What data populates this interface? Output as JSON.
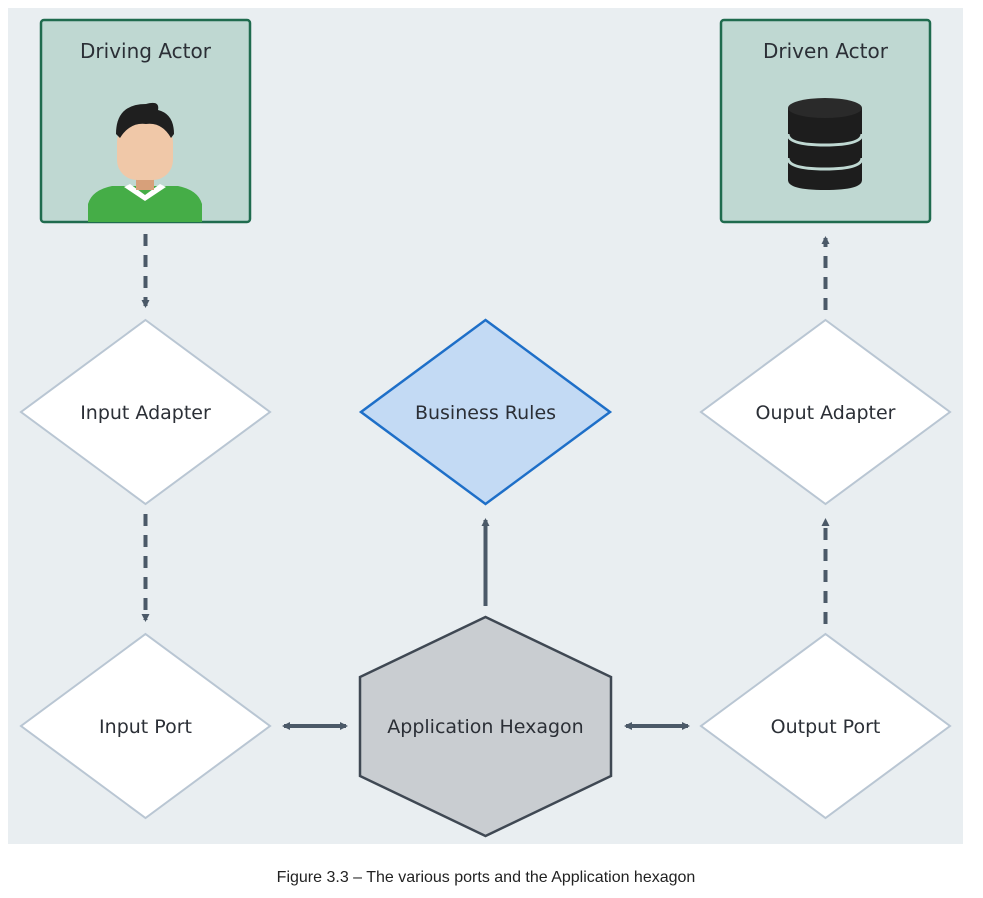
{
  "diagram": {
    "driving_actor": {
      "title": "Driving Actor",
      "icon": "person-icon"
    },
    "driven_actor": {
      "title": "Driven Actor",
      "icon": "database-icon"
    },
    "input_adapter": "Input Adapter",
    "business_rules": "Business Rules",
    "output_adapter": "Ouput Adapter",
    "input_port": "Input Port",
    "application_hexagon": "Application Hexagon",
    "output_port": "Output Port"
  },
  "caption": "Figure 3.3 – The various ports and the Application hexagon",
  "colors": {
    "background": "#e9eef1",
    "actor_fill": "#bfd8d2",
    "actor_border": "#1f6b4e",
    "diamond_border": "#b9c6d3",
    "business_fill": "#c3daf4",
    "business_border": "#1e6fc8",
    "hexagon_fill": "#c9cdd1",
    "hexagon_border": "#3f4853",
    "arrow": "#4b5968"
  }
}
